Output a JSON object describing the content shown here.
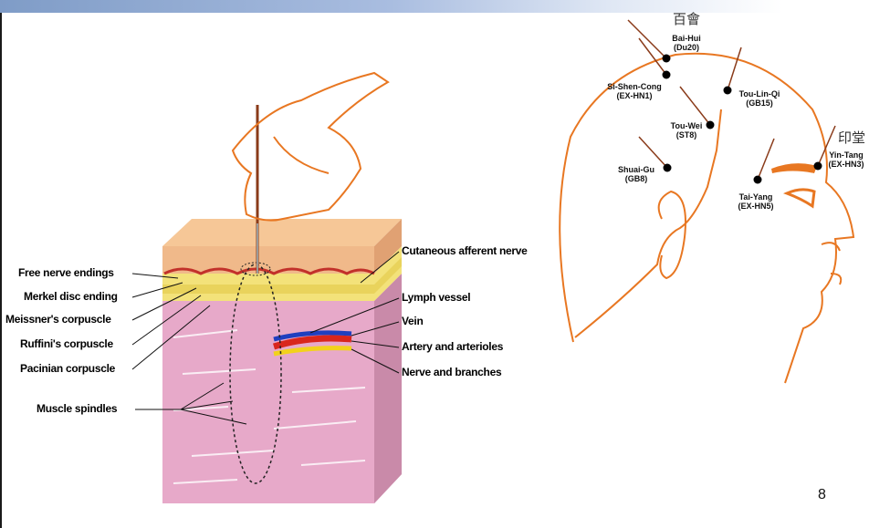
{
  "skin_labels_left": {
    "free_nerve_endings": "Free nerve endings",
    "merkel_disc": "Merkel disc ending",
    "meissner": "Meissner's corpuscle",
    "ruffini": "Ruffini's corpuscle",
    "pacinian": "Pacinian corpuscle",
    "muscle_spindles": "Muscle spindles"
  },
  "skin_labels_right": {
    "cutaneous": "Cutaneous afferent nerve",
    "lymph": "Lymph vessel",
    "vein": "Vein",
    "artery": "Artery and arterioles",
    "nerve": "Nerve and branches"
  },
  "head_points": {
    "bai_hui_cjk": "百會",
    "bai_hui": "Bai-Hui",
    "bai_hui_code": "(Du20)",
    "si_shen_cong": "Si-Shen-Cong",
    "si_shen_cong_code": "(EX-HN1)",
    "tou_lin_qi": "Tou-Lin-Qi",
    "tou_lin_qi_code": "(GB15)",
    "tou_wei": "Tou-Wei",
    "tou_wei_code": "(ST8)",
    "shuai_gu": "Shuai-Gu",
    "shuai_gu_code": "(GB8)",
    "tai_yang": "Tai-Yang",
    "tai_yang_code": "(EX-HN5)",
    "yin_tang_cjk": "印堂",
    "yin_tang": "Yin-Tang",
    "yin_tang_code": "(EX-HN3)"
  },
  "colors": {
    "outline": "#e87722",
    "skin_top": "#f6c797",
    "muscle": "#e7a9c9",
    "artery": "#d9261c",
    "vein": "#1f3fbf",
    "nerve": "#f2d21b"
  },
  "page_number": "8"
}
